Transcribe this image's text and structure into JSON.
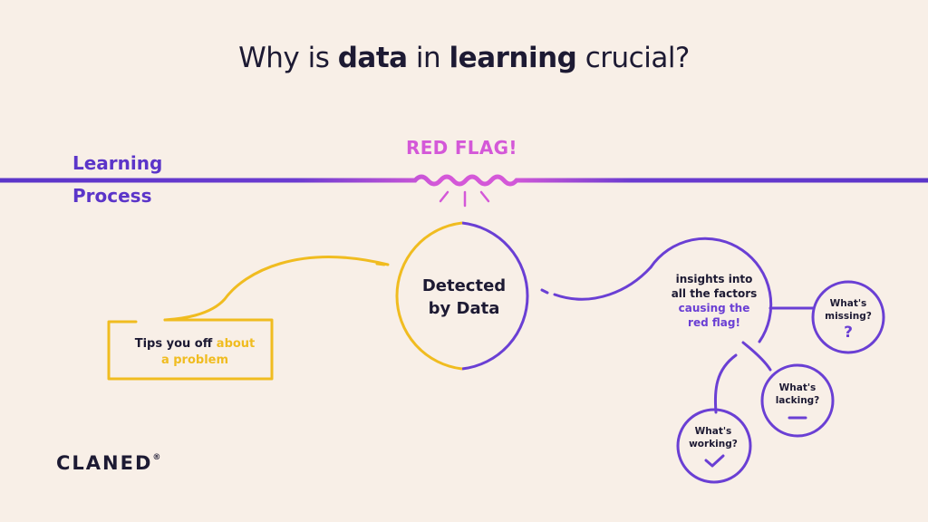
{
  "title": {
    "part1": "Why is ",
    "bold1": "data",
    "part2": " in ",
    "bold2": "learning",
    "part3": " crucial?"
  },
  "timeline": {
    "label_line1": "Learning",
    "label_line2": "Process",
    "flag_label": "RED FLAG!"
  },
  "center_node": {
    "line1": "Detected",
    "line2": "by Data"
  },
  "tips_box": {
    "plain": "Tips you off ",
    "highlight1": "about",
    "highlight2": "a problem"
  },
  "insights": {
    "line1": "insights into",
    "line2": "all the factors",
    "highlight1": "causing the",
    "highlight2": "red flag!"
  },
  "bubbles": {
    "missing": {
      "line1": "What's",
      "line2": "missing?",
      "symbol": "?"
    },
    "lacking": {
      "line1": "What's",
      "line2": "lacking?",
      "symbol": "—"
    },
    "working": {
      "line1": "What's",
      "line2": "working?",
      "symbol": "check-icon"
    }
  },
  "logo": {
    "text": "CLANED",
    "mark": "®"
  },
  "colors": {
    "background": "#f8efe7",
    "purple": "#5b35c9",
    "pink": "#d458d8",
    "yellow": "#f0bc20",
    "dark": "#1d1a33"
  }
}
